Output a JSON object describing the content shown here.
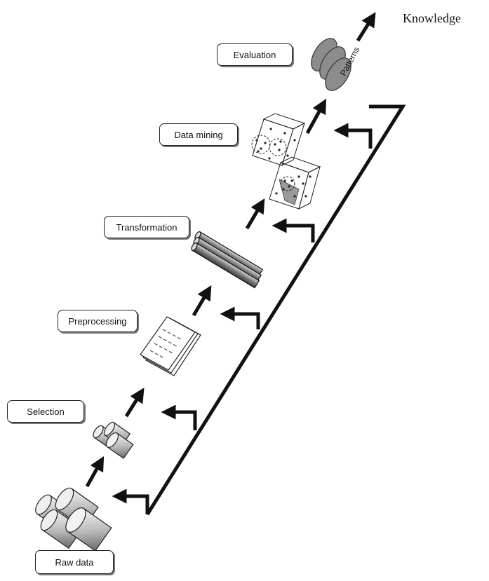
{
  "diagram": {
    "stages": {
      "raw_data": "Raw data",
      "selection": "Selection",
      "preprocessing": "Preprocessing",
      "transformation": "Transformation",
      "data_mining": "Data mining",
      "evaluation": "Evaluation"
    },
    "outcome": "Knowledge",
    "patterns_label": "Patterns"
  },
  "icons": {
    "raw_data": "database-cylinders-icon",
    "selection": "selected-cylinders-icon",
    "preprocessing": "document-stack-icon",
    "transformation": "pipe-bundle-icon",
    "data_mining": "data-cube-icon",
    "evaluation": "patterns-ellipses-icon"
  },
  "colors": {
    "arrow": "#111111",
    "pattern_fill": "#8c8c8c",
    "cylinder_fill": "#c8c8c8"
  }
}
